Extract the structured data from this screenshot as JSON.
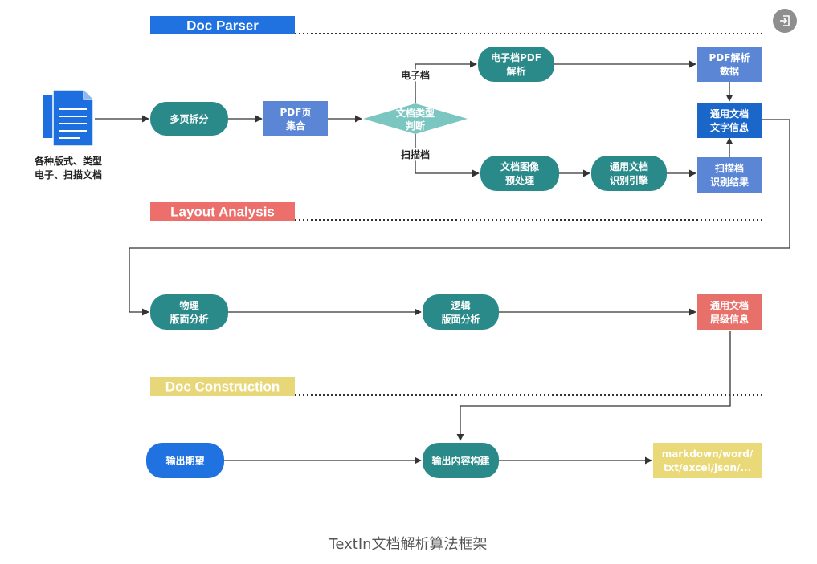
{
  "sections": {
    "doc_parser": "Doc Parser",
    "layout_analysis": "Layout Analysis",
    "doc_construction": "Doc Construction"
  },
  "source_doc_label": [
    "各种版式、类型",
    "电子、扫描文档"
  ],
  "nodes": {
    "multi_page_split": [
      "多页拆分"
    ],
    "pdf_page_set": [
      "PDF页",
      "集合"
    ],
    "doc_type_judge": [
      "文档类型",
      "判断"
    ],
    "electronic_pdf_parse": [
      "电子档PDF",
      "解析"
    ],
    "pdf_parse_data": [
      "PDF解析",
      "数据"
    ],
    "general_doc_text_info": [
      "通用文档",
      "文字信息"
    ],
    "doc_image_preprocess": [
      "文档图像",
      "预处理"
    ],
    "general_doc_ocr_engine": [
      "通用文档",
      "识别引擎"
    ],
    "scan_ocr_result": [
      "扫描档",
      "识别结果"
    ],
    "physical_layout_analysis": [
      "物理",
      "版面分析"
    ],
    "logical_layout_analysis": [
      "逻辑",
      "版面分析"
    ],
    "general_doc_hierarchy_info": [
      "通用文档",
      "层级信息"
    ],
    "output_expectation": [
      "输出期望"
    ],
    "output_content_build": [
      "输出内容构建"
    ],
    "output_formats": [
      "markdown/word/",
      "txt/excel/json/..."
    ]
  },
  "edge_labels": {
    "electronic": "电子档",
    "scanned": "扫描档"
  },
  "caption": "TextIn文档解析算法框架",
  "colors": {
    "teal": "#2a8a8a",
    "blue_box": "#5b86d6",
    "navy_box": "#1a66c9",
    "red_box": "#e8706b",
    "yellow_box": "#ead978",
    "diamond": "#7cc6c1",
    "section_blue": "#1f72e0",
    "section_red": "#ec6f6b",
    "section_yellow": "#e8d779",
    "doc_icon": "#1d6fe0",
    "output_expect_blue": "#1f72e0"
  },
  "icons": {
    "document": "document-stack-icon",
    "corner_button": "exit-icon"
  }
}
